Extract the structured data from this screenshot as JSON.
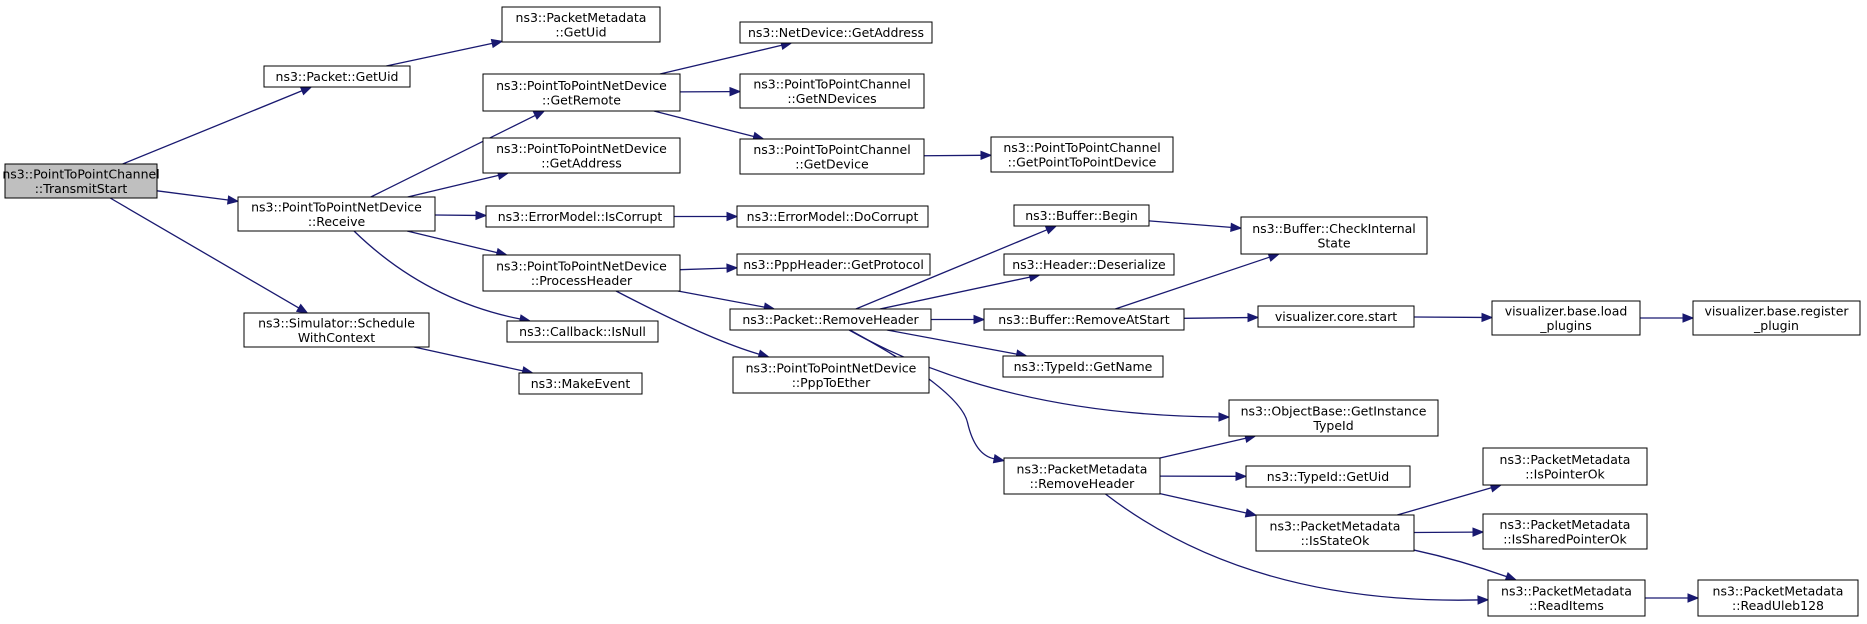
{
  "colors": {
    "edge": "#191970",
    "root_fill": "#bfbfbf",
    "node_fill": "#ffffff",
    "border": "#000000"
  },
  "nodes": [
    {
      "id": "transmit_start",
      "lines": [
        "ns3::PointToPointChannel",
        "::TransmitStart"
      ],
      "root": true
    },
    {
      "id": "packet_getuid",
      "lines": [
        "ns3::Packet::GetUid"
      ]
    },
    {
      "id": "pnd_receive",
      "lines": [
        "ns3::PointToPointNetDevice",
        "::Receive"
      ]
    },
    {
      "id": "sim_schedule",
      "lines": [
        "ns3::Simulator::Schedule",
        "WithContext"
      ]
    },
    {
      "id": "pm_getuid",
      "lines": [
        "ns3::PacketMetadata",
        "::GetUid"
      ]
    },
    {
      "id": "pnd_getremote",
      "lines": [
        "ns3::PointToPointNetDevice",
        "::GetRemote"
      ]
    },
    {
      "id": "pnd_getaddress",
      "lines": [
        "ns3::PointToPointNetDevice",
        "::GetAddress"
      ]
    },
    {
      "id": "em_iscorrupt",
      "lines": [
        "ns3::ErrorModel::IsCorrupt"
      ]
    },
    {
      "id": "pnd_processheader",
      "lines": [
        "ns3::PointToPointNetDevice",
        "::ProcessHeader"
      ]
    },
    {
      "id": "cb_isnull",
      "lines": [
        "ns3::Callback::IsNull"
      ]
    },
    {
      "id": "make_event",
      "lines": [
        "ns3::MakeEvent"
      ]
    },
    {
      "id": "nd_getaddress",
      "lines": [
        "ns3::NetDevice::GetAddress"
      ]
    },
    {
      "id": "pc_getndevices",
      "lines": [
        "ns3::PointToPointChannel",
        "::GetNDevices"
      ]
    },
    {
      "id": "pc_getdevice",
      "lines": [
        "ns3::PointToPointChannel",
        "::GetDevice"
      ]
    },
    {
      "id": "pc_getp2pdevice",
      "lines": [
        "ns3::PointToPointChannel",
        "::GetPointToPointDevice"
      ]
    },
    {
      "id": "em_docorrupt",
      "lines": [
        "ns3::ErrorModel::DoCorrupt"
      ]
    },
    {
      "id": "ppp_getprotocol",
      "lines": [
        "ns3::PppHeader::GetProtocol"
      ]
    },
    {
      "id": "packet_removeheader",
      "lines": [
        "ns3::Packet::RemoveHeader"
      ]
    },
    {
      "id": "pnd_ppptoether",
      "lines": [
        "ns3::PointToPointNetDevice",
        "::PppToEther"
      ]
    },
    {
      "id": "buffer_begin",
      "lines": [
        "ns3::Buffer::Begin"
      ]
    },
    {
      "id": "header_deserialize",
      "lines": [
        "ns3::Header::Deserialize"
      ]
    },
    {
      "id": "buffer_removeatstart",
      "lines": [
        "ns3::Buffer::RemoveAtStart"
      ]
    },
    {
      "id": "typeid_getname",
      "lines": [
        "ns3::TypeId::GetName"
      ]
    },
    {
      "id": "pm_removeheader",
      "lines": [
        "ns3::PacketMetadata",
        "::RemoveHeader"
      ]
    },
    {
      "id": "buffer_checkinternal",
      "lines": [
        "ns3::Buffer::CheckInternal",
        "State"
      ]
    },
    {
      "id": "vis_core_start",
      "lines": [
        "visualizer.core.start"
      ]
    },
    {
      "id": "objbase_getinstance",
      "lines": [
        "ns3::ObjectBase::GetInstance",
        "TypeId"
      ]
    },
    {
      "id": "typeid_getuid",
      "lines": [
        "ns3::TypeId::GetUid"
      ]
    },
    {
      "id": "pm_isstateok",
      "lines": [
        "ns3::PacketMetadata",
        "::IsStateOk"
      ]
    },
    {
      "id": "vis_load_plugins",
      "lines": [
        "visualizer.base.load",
        "_plugins"
      ]
    },
    {
      "id": "vis_register_plugin",
      "lines": [
        "visualizer.base.register",
        "_plugin"
      ]
    },
    {
      "id": "pm_ispointerok",
      "lines": [
        "ns3::PacketMetadata",
        "::IsPointerOk"
      ]
    },
    {
      "id": "pm_issharedpointerok",
      "lines": [
        "ns3::PacketMetadata",
        "::IsSharedPointerOk"
      ]
    },
    {
      "id": "pm_readitems",
      "lines": [
        "ns3::PacketMetadata",
        "::ReadItems"
      ]
    },
    {
      "id": "pm_readuleb128",
      "lines": [
        "ns3::PacketMetadata",
        "::ReadUleb128"
      ]
    }
  ],
  "edges": [
    [
      "transmit_start",
      "packet_getuid"
    ],
    [
      "transmit_start",
      "pnd_receive"
    ],
    [
      "transmit_start",
      "sim_schedule"
    ],
    [
      "packet_getuid",
      "pm_getuid"
    ],
    [
      "pnd_receive",
      "pnd_getremote"
    ],
    [
      "pnd_receive",
      "pnd_getaddress"
    ],
    [
      "pnd_receive",
      "em_iscorrupt"
    ],
    [
      "pnd_receive",
      "pnd_processheader"
    ],
    [
      "pnd_receive",
      "cb_isnull"
    ],
    [
      "sim_schedule",
      "make_event"
    ],
    [
      "pnd_getremote",
      "nd_getaddress"
    ],
    [
      "pnd_getremote",
      "pc_getndevices"
    ],
    [
      "pnd_getremote",
      "pc_getdevice"
    ],
    [
      "pc_getdevice",
      "pc_getp2pdevice"
    ],
    [
      "em_iscorrupt",
      "em_docorrupt"
    ],
    [
      "pnd_processheader",
      "ppp_getprotocol"
    ],
    [
      "pnd_processheader",
      "packet_removeheader"
    ],
    [
      "pnd_processheader",
      "pnd_ppptoether"
    ],
    [
      "packet_removeheader",
      "buffer_begin"
    ],
    [
      "packet_removeheader",
      "header_deserialize"
    ],
    [
      "packet_removeheader",
      "buffer_removeatstart"
    ],
    [
      "packet_removeheader",
      "typeid_getname"
    ],
    [
      "packet_removeheader",
      "objbase_getinstance"
    ],
    [
      "packet_removeheader",
      "pm_removeheader"
    ],
    [
      "buffer_begin",
      "buffer_checkinternal"
    ],
    [
      "buffer_removeatstart",
      "buffer_checkinternal"
    ],
    [
      "buffer_removeatstart",
      "vis_core_start"
    ],
    [
      "vis_core_start",
      "vis_load_plugins"
    ],
    [
      "vis_load_plugins",
      "vis_register_plugin"
    ],
    [
      "pm_removeheader",
      "objbase_getinstance"
    ],
    [
      "pm_removeheader",
      "typeid_getuid"
    ],
    [
      "pm_removeheader",
      "pm_isstateok"
    ],
    [
      "pm_removeheader",
      "pm_readitems"
    ],
    [
      "pm_isstateok",
      "pm_ispointerok"
    ],
    [
      "pm_isstateok",
      "pm_issharedpointerok"
    ],
    [
      "pm_isstateok",
      "pm_readitems"
    ],
    [
      "pm_readitems",
      "pm_readuleb128"
    ]
  ]
}
